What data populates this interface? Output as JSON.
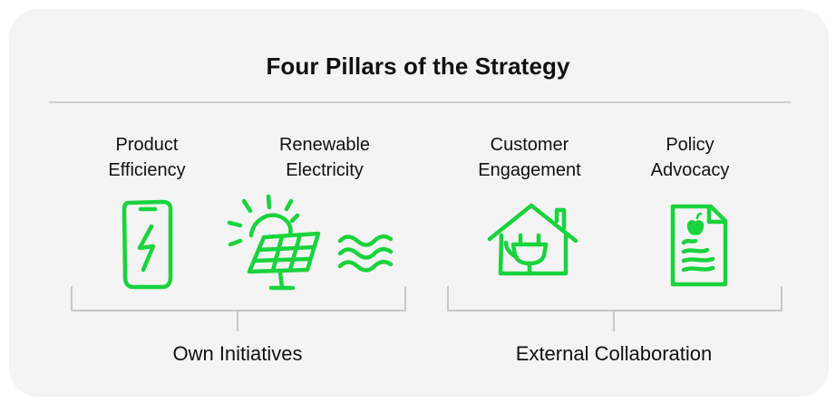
{
  "diagram": {
    "title": "Four Pillars of the Strategy",
    "accent_color": "#19d33d",
    "pillars": [
      {
        "line1": "Product",
        "line2": "Efficiency",
        "icon": "phone-lightning-icon"
      },
      {
        "line1": "Renewable",
        "line2": "Electricity",
        "icon": "solar-panel-wind-icon"
      },
      {
        "line1": "Customer",
        "line2": "Engagement",
        "icon": "house-plug-icon"
      },
      {
        "line1": "Policy",
        "line2": "Advocacy",
        "icon": "policy-document-icon"
      }
    ],
    "groups": [
      {
        "label": "Own Initiatives"
      },
      {
        "label": "External Collaboration"
      }
    ]
  }
}
